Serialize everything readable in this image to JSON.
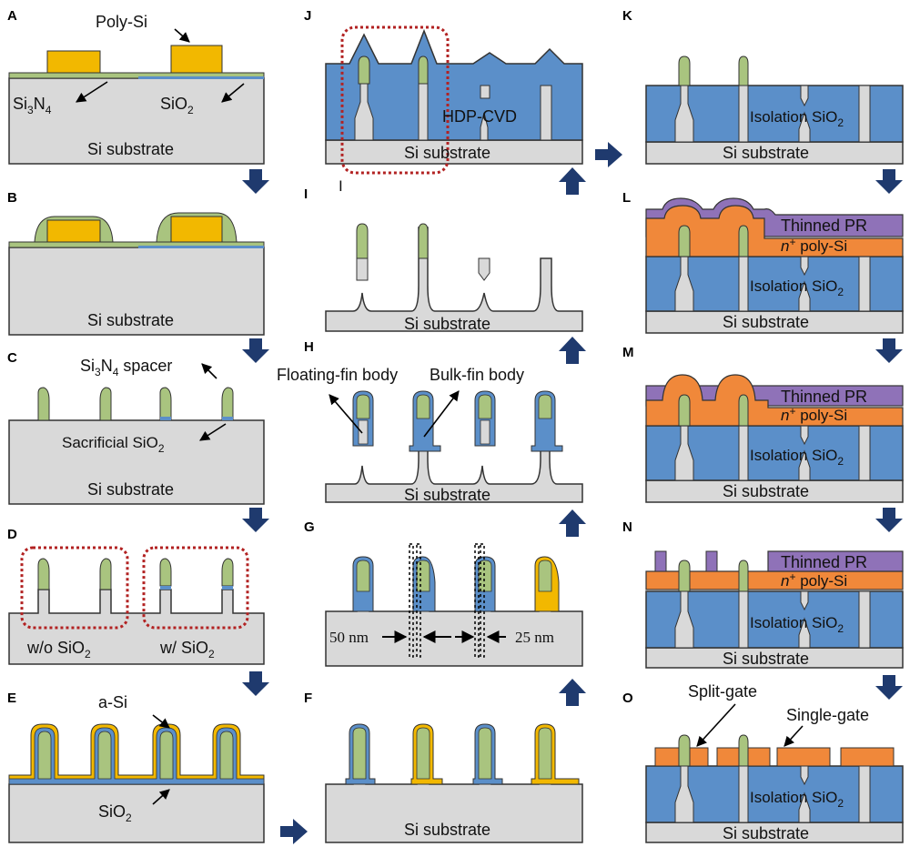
{
  "panels": {
    "A": {
      "label": "A",
      "substrate": "Si substrate",
      "poly": "Poly-Si",
      "nitride": "Si3N4",
      "oxide": "SiO2"
    },
    "B": {
      "label": "B",
      "substrate": "Si substrate"
    },
    "C": {
      "label": "C",
      "spacer": "Si3N4 spacer",
      "sacrificial": "Sacrificial SiO2",
      "substrate": "Si substrate"
    },
    "D": {
      "label": "D",
      "without": "w/o SiO2",
      "with": "w/ SiO2"
    },
    "E": {
      "label": "E",
      "asi": "a-Si",
      "oxide": "SiO2"
    },
    "F": {
      "label": "F",
      "substrate": "Si substrate"
    },
    "G": {
      "label": "G",
      "dim_left": "50 nm",
      "dim_right": "25 nm"
    },
    "H": {
      "label": "H",
      "floating": "Floating-fin body",
      "bulk": "Bulk-fin body",
      "substrate": "Si substrate"
    },
    "I": {
      "label": "I",
      "substrate": "Si substrate"
    },
    "J": {
      "label": "J",
      "hdp": "HDP-CVD",
      "substrate": "Si substrate",
      "inset": "I"
    },
    "K": {
      "label": "K",
      "isolation": "Isolation SiO2",
      "substrate": "Si substrate"
    },
    "L": {
      "label": "L",
      "pr": "Thinned PR",
      "poly": "n+ poly-Si",
      "isolation": "Isolation SiO2",
      "substrate": "Si substrate"
    },
    "M": {
      "label": "M",
      "pr": "Thinned PR",
      "poly": "n+ poly-Si",
      "isolation": "Isolation SiO2",
      "substrate": "Si substrate"
    },
    "N": {
      "label": "N",
      "pr": "Thinned PR",
      "poly": "n+ poly-Si",
      "isolation": "Isolation SiO2",
      "substrate": "Si substrate"
    },
    "O": {
      "label": "O",
      "split": "Split-gate",
      "single": "Single-gate",
      "isolation": "Isolation SiO2",
      "substrate": "Si substrate"
    }
  },
  "colors": {
    "substrate": "#d9d9d9",
    "nitride": "#a9c47f",
    "poly": "#f2b800",
    "oxide_iso": "#5b8fc9",
    "n_poly": "#f0883a",
    "pr": "#8f72b8",
    "arrow": "#1f3a6e",
    "dashed": "#b22222"
  }
}
